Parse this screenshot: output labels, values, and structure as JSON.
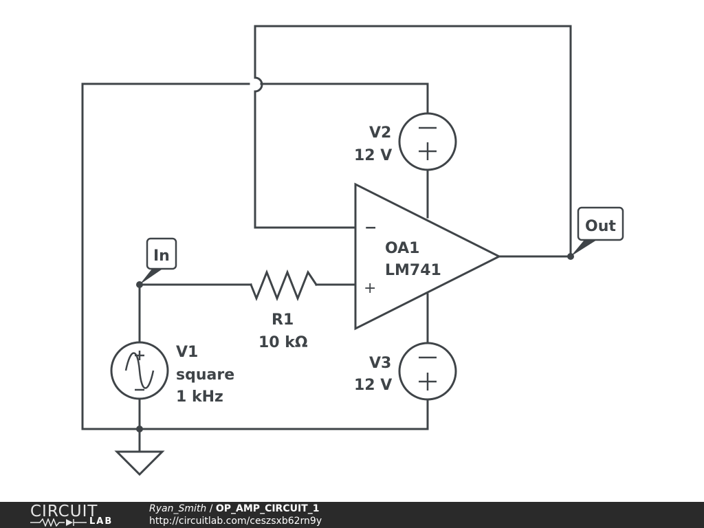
{
  "schematic": {
    "opamp": {
      "name": "OA1",
      "model": "LM741",
      "inv_sign": "−",
      "noninv_sign": "+"
    },
    "v2": {
      "name": "V2",
      "value": "12 V",
      "top_sign": "−",
      "bottom_sign": "+"
    },
    "v3": {
      "name": "V3",
      "value": "12 V",
      "top_sign": "−",
      "bottom_sign": "+"
    },
    "v1": {
      "name": "V1",
      "type": "square",
      "freq": "1 kHz",
      "top_sign": "+",
      "bottom_sign": "−"
    },
    "r1": {
      "name": "R1",
      "value": "10 kΩ"
    },
    "tags": {
      "in": "In",
      "out": "Out"
    }
  },
  "footer": {
    "logo_top": "CIRCUIT",
    "logo_bottom": "LAB",
    "author": "Ryan_Smith",
    "separator": " / ",
    "title": "OP_AMP_CIRCUIT_1",
    "url": "http://circuitlab.com/ceszsxb62rn9y"
  }
}
